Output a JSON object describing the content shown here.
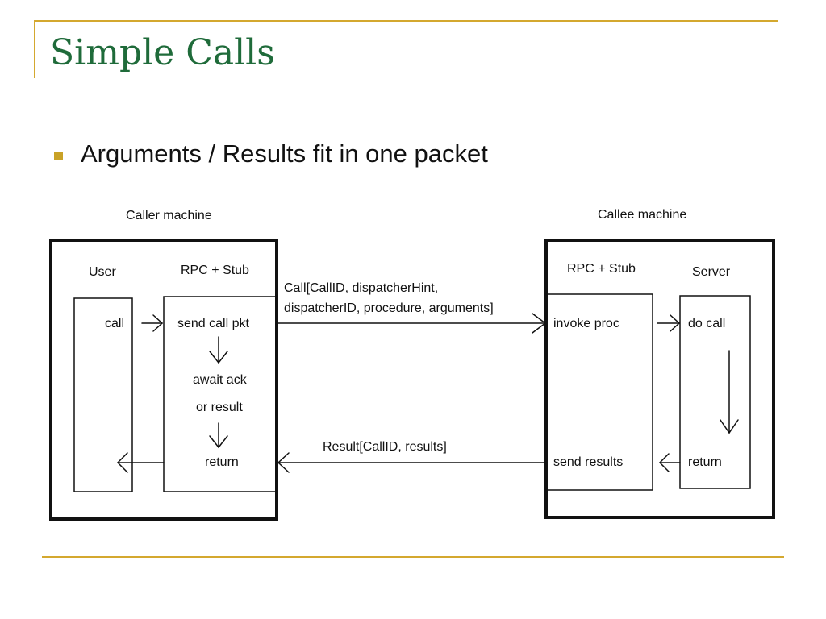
{
  "slide": {
    "title": "Simple Calls",
    "bullet": "Arguments / Results fit in one packet",
    "accent_color": "#d4a82f",
    "title_color": "#1f6b3a"
  },
  "diagram": {
    "caller_label": "Caller machine",
    "callee_label": "Callee machine",
    "caller": {
      "user_label": "User",
      "stub_label": "RPC + Stub",
      "call_label": "call",
      "send_call_pkt": "send call pkt",
      "await_ack": "await ack",
      "or_result": "or result",
      "return_label": "return"
    },
    "callee": {
      "stub_label": "RPC + Stub",
      "server_label": "Server",
      "invoke_proc": "invoke proc",
      "send_results": "send results",
      "do_call": "do call",
      "return_label": "return"
    },
    "call_message_line1": "Call[CallID, dispatcherHint,",
    "call_message_line2": "dispatcherID, procedure, arguments]",
    "result_message": "Result[CallID, results]"
  }
}
